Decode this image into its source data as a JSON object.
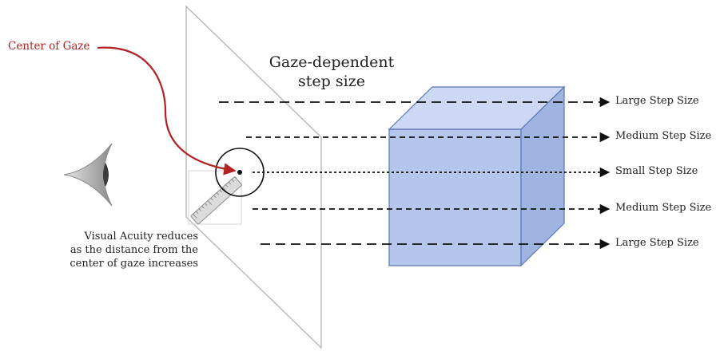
{
  "diagram": {
    "center_of_gaze_label": "Center of Gaze",
    "title_line1": "Gaze-dependent",
    "title_line2": "step size",
    "acuity_note": {
      "line1": "Visual Acuity reduces",
      "line2": "as the distance from the",
      "line3": "center of gaze increases"
    },
    "rays": [
      {
        "label": "Large Step Size",
        "style": "long-dash"
      },
      {
        "label": "Medium Step Size",
        "style": "dash"
      },
      {
        "label": "Small Step Size",
        "style": "short-dash"
      },
      {
        "label": "Medium Step Size",
        "style": "dash"
      },
      {
        "label": "Large Step Size",
        "style": "long-dash"
      }
    ],
    "colors": {
      "gaze_accent": "#b22222",
      "cube_front": "#b4c6ec",
      "cube_top": "#cdd9f4",
      "cube_side": "#9fb4e0",
      "cube_edge": "#5b75b8",
      "plane_edge": "#b8b8b8",
      "ray": "#111111"
    },
    "icons": [
      "eye-icon",
      "ruler-icon"
    ]
  }
}
